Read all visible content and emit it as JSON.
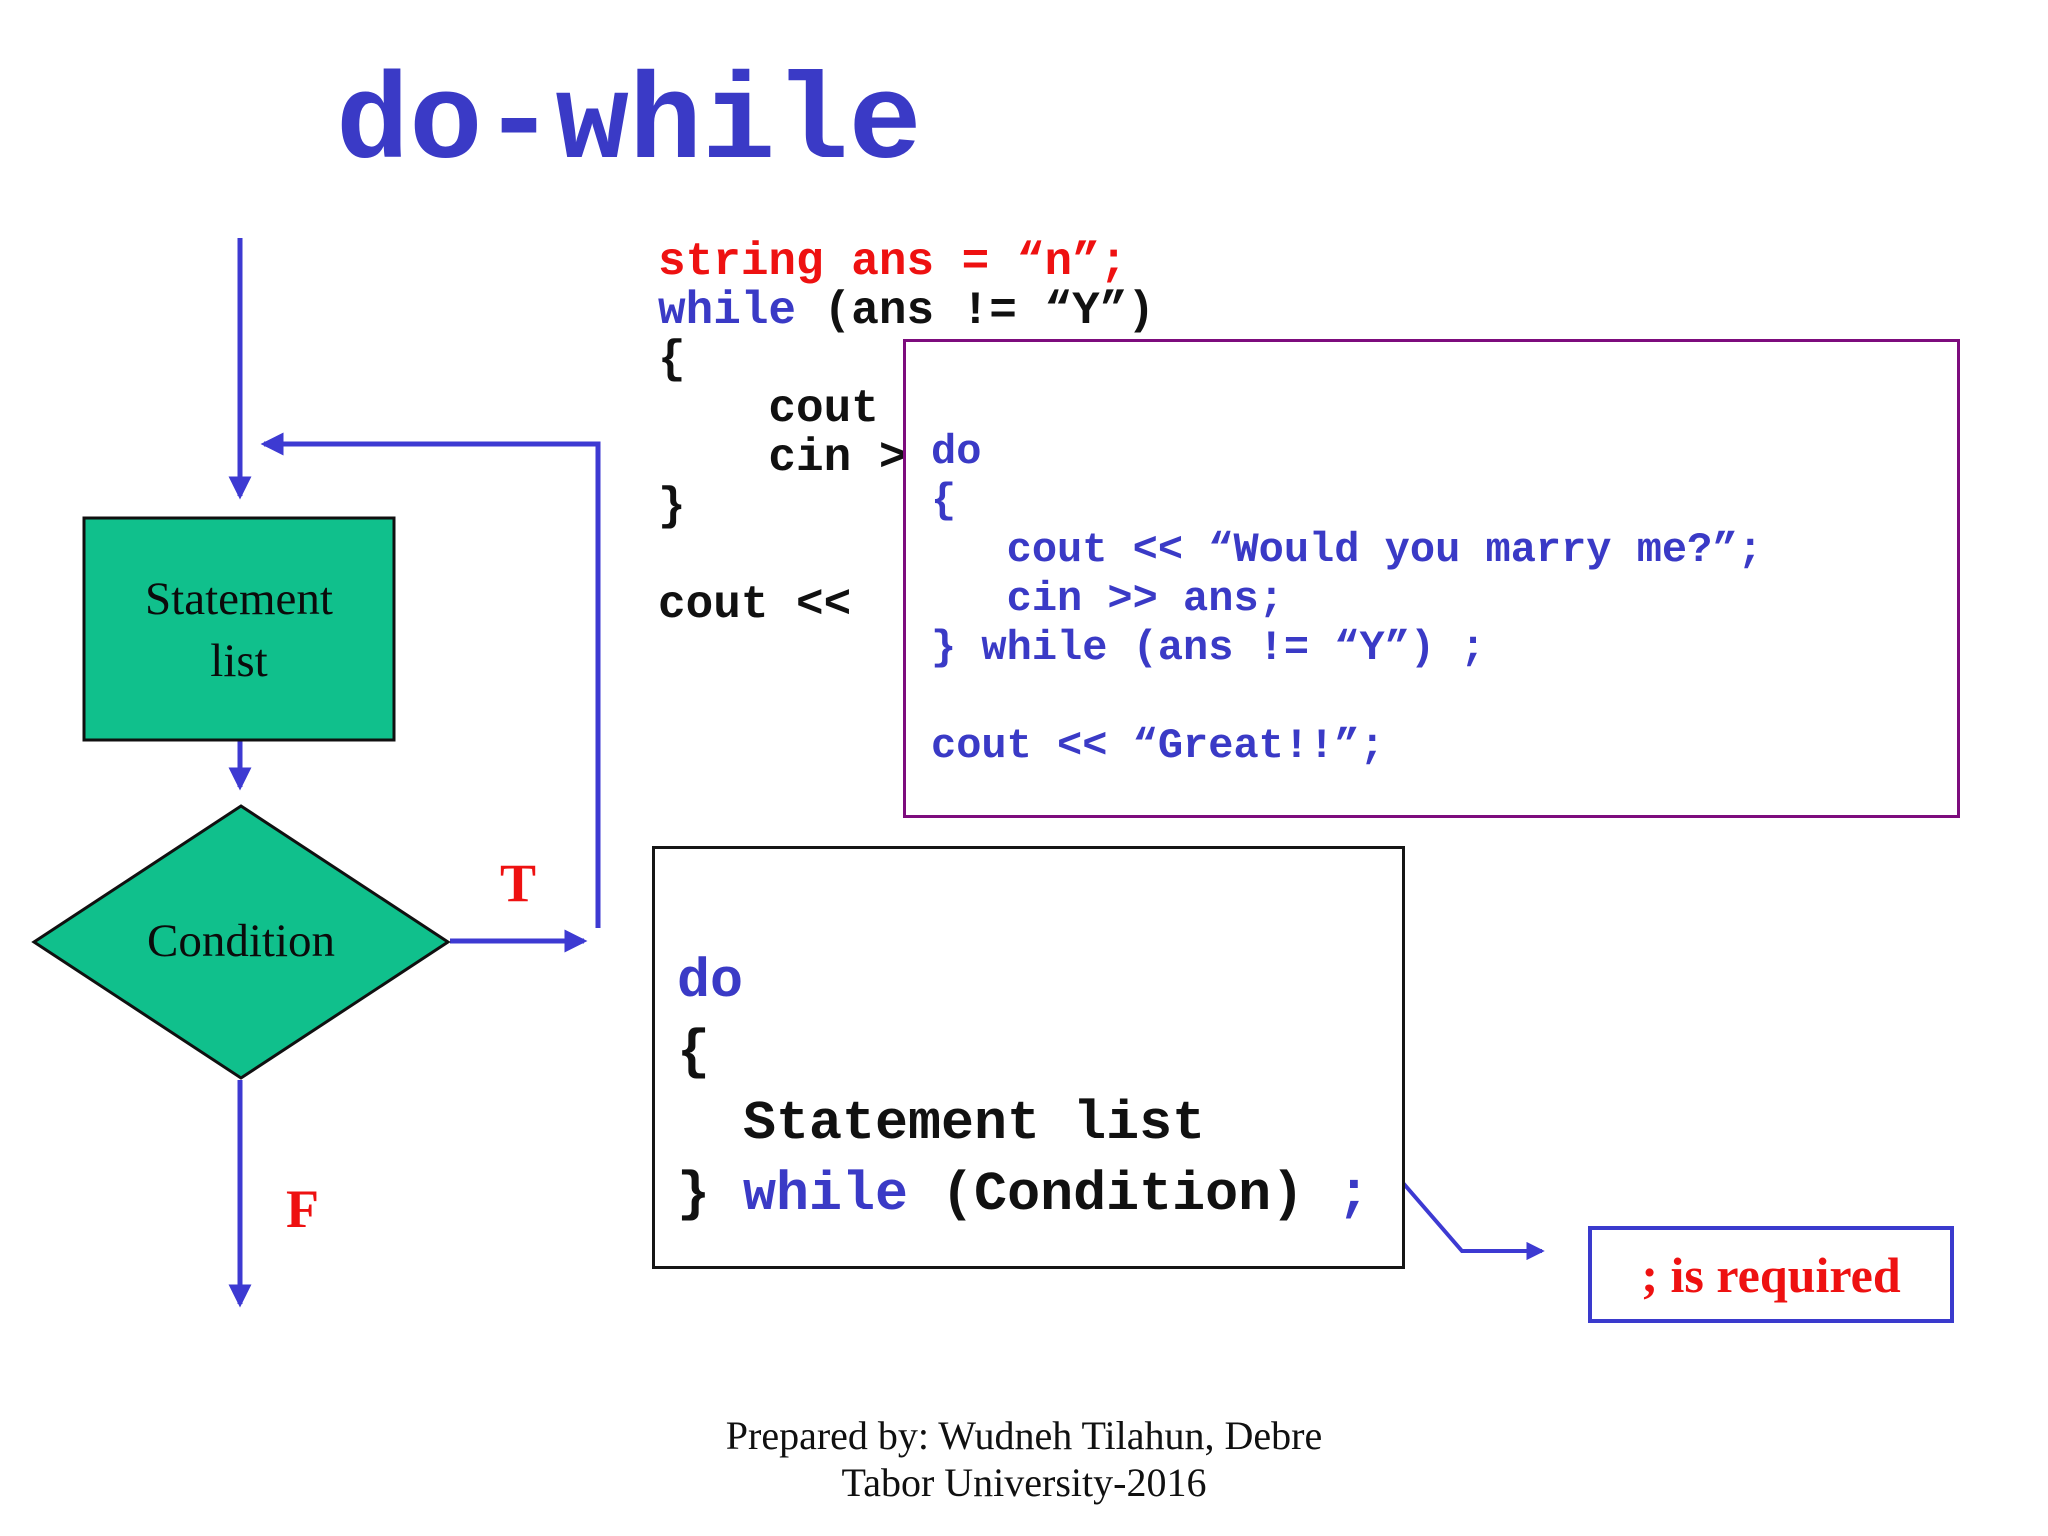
{
  "title": {
    "text": "do-while"
  },
  "colors": {
    "red": "#ee1111",
    "blue": "#3a3ac6",
    "ink": "#111111",
    "arrow": "#3d3ad2",
    "green": "#10c08c",
    "purple_border": "#7d0c7d",
    "callout_border": "#3a3acd"
  },
  "flowchart": {
    "statement_box": {
      "line1": "Statement",
      "line2": "list"
    },
    "condition_diamond": {
      "label": "Condition"
    },
    "true_label": "T",
    "false_label": "F"
  },
  "code_main": {
    "lines": [
      [
        {
          "t": "string ans = “n”;",
          "c": "red"
        }
      ],
      [
        {
          "t": "while",
          "c": "blue"
        },
        {
          "t": " (ans != “Y”)",
          "c": "black"
        }
      ],
      [
        {
          "t": "{",
          "c": "black"
        }
      ],
      [
        {
          "t": "    cout",
          "c": "black"
        }
      ],
      [
        {
          "t": "    cin >",
          "c": "black"
        }
      ],
      [
        {
          "t": "}",
          "c": "black"
        }
      ],
      [
        {
          "t": "",
          "c": "black"
        }
      ],
      [
        {
          "t": "cout <<",
          "c": "black"
        }
      ]
    ]
  },
  "code_overlay": {
    "lines": [
      [
        {
          "t": "do",
          "c": "blue"
        }
      ],
      [
        {
          "t": "{",
          "c": "blue"
        }
      ],
      [
        {
          "t": "   cout << “Would you marry me?”;",
          "c": "blue"
        }
      ],
      [
        {
          "t": "   cin >> ans;",
          "c": "blue"
        }
      ],
      [
        {
          "t": "} while (ans != “Y”) ;",
          "c": "blue"
        }
      ],
      [
        {
          "t": "",
          "c": "blue"
        }
      ],
      [
        {
          "t": "cout << “Great!!”;",
          "c": "blue"
        }
      ]
    ]
  },
  "code_generic": {
    "lines": [
      [
        {
          "t": "do",
          "c": "blue"
        }
      ],
      [
        {
          "t": "{",
          "c": "black"
        }
      ],
      [
        {
          "t": "  Statement list",
          "c": "black"
        }
      ],
      [
        {
          "t": "} ",
          "c": "black"
        },
        {
          "t": "while",
          "c": "blue"
        },
        {
          "t": " (Condition) ",
          "c": "black"
        },
        {
          "t": ";",
          "c": "blue"
        }
      ]
    ]
  },
  "callout": {
    "text": "; is required"
  },
  "footer": {
    "line1": "Prepared by: Wudneh Tilahun, Debre",
    "line2": "Tabor University-2016"
  }
}
